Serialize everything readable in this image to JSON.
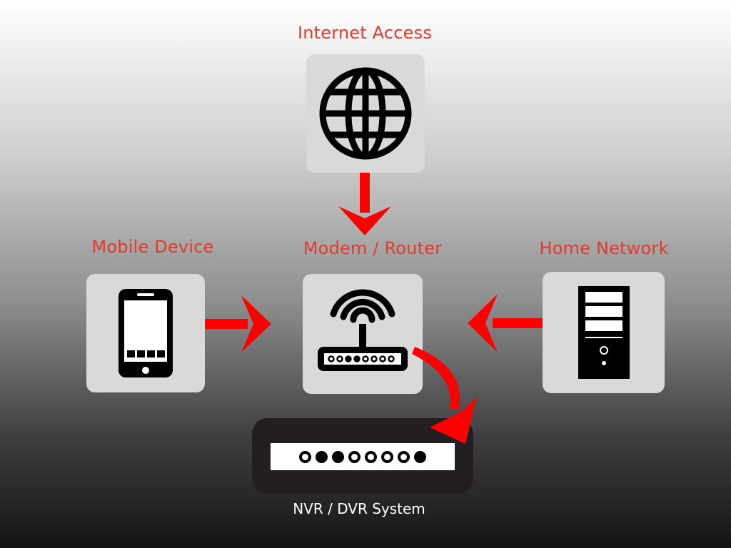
{
  "colors": {
    "label_red": "#e23b2e",
    "label_white": "#ffffff",
    "arrow_red": "#ff0000",
    "tile_bg": "#d9d9d9",
    "icon_black": "#000000",
    "nvr_bg": "#231f20"
  },
  "nodes": {
    "internet": {
      "label": "Internet Access",
      "icon": "globe-icon"
    },
    "router": {
      "label": "Modem / Router",
      "icon": "wifi-router-icon"
    },
    "mobile": {
      "label": "Mobile Device",
      "icon": "smartphone-icon"
    },
    "home": {
      "label": "Home Network",
      "icon": "desktop-tower-icon"
    },
    "nvr": {
      "label": "NVR / DVR System",
      "icon": "nvr-device-icon",
      "ports": [
        "open",
        "filled",
        "filled",
        "open",
        "open",
        "open",
        "open",
        "filled"
      ]
    }
  },
  "edges": [
    {
      "from": "Internet Access",
      "to": "Modem / Router"
    },
    {
      "from": "Mobile Device",
      "to": "Modem / Router"
    },
    {
      "from": "Home Network",
      "to": "Modem / Router"
    },
    {
      "from": "Modem / Router",
      "to": "NVR / DVR System"
    }
  ]
}
